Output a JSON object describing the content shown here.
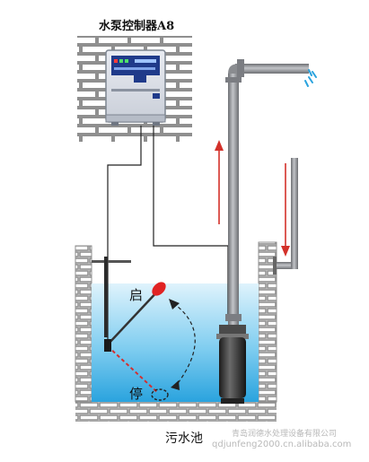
{
  "title": "水泵控制器A8",
  "labels": {
    "start": "启",
    "stop": "停",
    "pool": "污水池"
  },
  "watermark": {
    "line1": "青岛润德水处理设备有限公司",
    "line2": "qdjunfeng2000.cn.alibaba.com"
  },
  "colors": {
    "brick": "#ffffff",
    "mortar": "#8f8f8f",
    "water_top": "#d8f0fb",
    "water_bottom": "#2ea7e0",
    "pipe": "#8a8c90",
    "float_ball": "#e02323",
    "arrow_flow": "#d3312a",
    "arrow_swing": "#222222"
  },
  "icons": {
    "controller": "control-box-icon",
    "pump": "submersible-pump-icon",
    "float": "float-switch-icon",
    "spray": "water-spray-icon"
  }
}
